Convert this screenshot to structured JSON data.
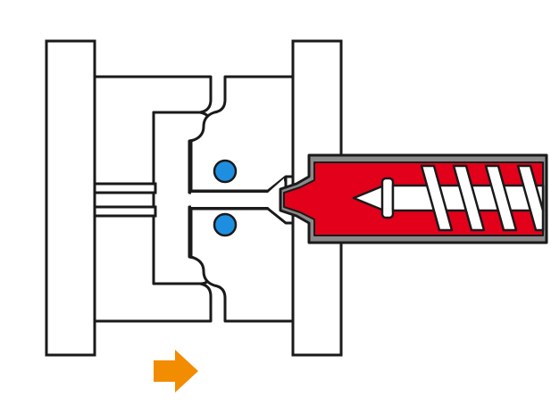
{
  "diagram": {
    "colors": {
      "background": "#ffffff",
      "outline": "#1a1a1a",
      "melt": "#e2001a",
      "barrel": "#8a8a8a",
      "screw": "#ffffff",
      "cooling": "#1e8fe0",
      "arrow": "#f28c00"
    },
    "components": {
      "stationary_platen": "stationary-platen",
      "moving_platen": "moving-platen",
      "mold_half_moving": "mold-half-moving",
      "mold_half_fixed": "mold-half-fixed",
      "cooling_channels": "cooling-channel-icon",
      "injection_unit": "injection-unit",
      "screw": "screw-icon",
      "direction_arrow": "arrow-right-icon"
    },
    "direction": "right"
  }
}
